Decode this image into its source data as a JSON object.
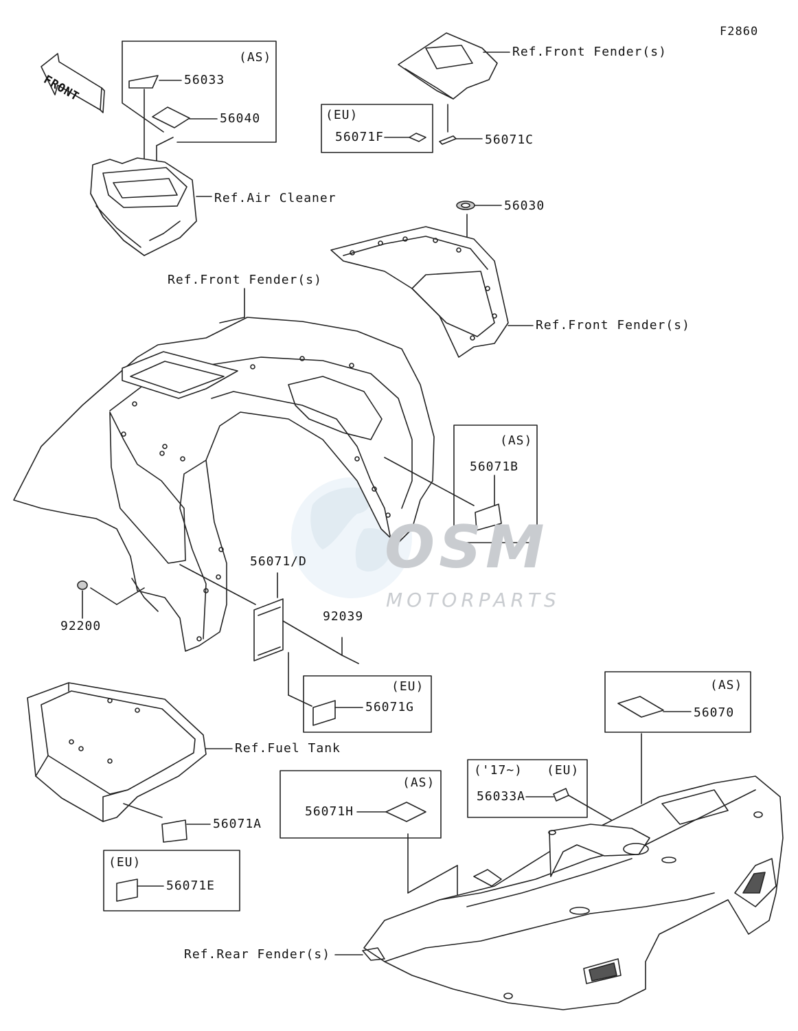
{
  "figure_code": "F2860",
  "front_arrow_label": "FRONT",
  "watermark": {
    "brand": "OSM",
    "sub": "MOTORPARTS"
  },
  "groups": {
    "as_top": "(AS)",
    "eu_top": "(EU)",
    "as_mid": "(AS)",
    "eu_mid": "(EU)",
    "as_right": "(AS)",
    "year_17": "('17~)",
    "eu_right": "(EU)",
    "as_bottom": "(AS)",
    "eu_bottom": "(EU)"
  },
  "parts": {
    "p56033": "56033",
    "p56040": "56040",
    "p56071F": "56071F",
    "p56071C": "56071C",
    "p56030": "56030",
    "p56071B": "56071B",
    "p56071D": "56071/D",
    "p92039": "92039",
    "p92200": "92200",
    "p56071G": "56071G",
    "p56070": "56070",
    "p56033A": "56033A",
    "p56071H": "56071H",
    "p56071A": "56071A",
    "p56071E": "56071E"
  },
  "refs": {
    "front_fender_top": "Ref.Front Fender(s)",
    "air_cleaner": "Ref.Air Cleaner",
    "front_fender_mid": "Ref.Front Fender(s)",
    "front_fender_right": "Ref.Front Fender(s)",
    "fuel_tank": "Ref.Fuel Tank",
    "rear_fender": "Ref.Rear Fender(s)"
  }
}
